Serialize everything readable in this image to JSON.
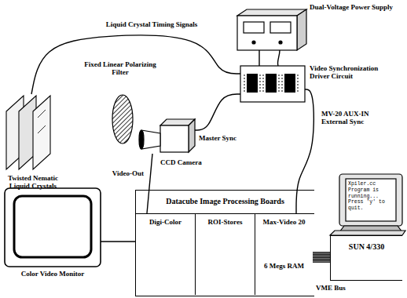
{
  "diagram": {
    "nodes": [
      {
        "text": [
          "Dual-Voltage Power Supply"
        ]
      },
      {
        "text": [
          "Video Synchronization Driver Circuit"
        ]
      },
      {
        "text": [
          "Twisted Nematic Liquid Crystals"
        ]
      },
      {
        "text": [
          "Fixed Linear Polarizing Filter"
        ]
      },
      {
        "text": [
          "CCD Camera"
        ]
      },
      {
        "text": [
          "Datacube Image Processing Boards"
        ]
      },
      {
        "text": [
          "Digi-Color"
        ],
        "in": 5
      },
      {
        "text": [
          "ROI-Stores"
        ],
        "in": 5
      },
      {
        "text": [
          "Max-Video 20",
          "6 Megs RAM"
        ],
        "in": 5
      },
      {
        "text": [
          "Color Video Monitor"
        ]
      },
      {
        "text": [
          "Xpiler.cc Program is running... Press 'y' to quit."
        ]
      },
      {
        "text": [
          "SUN 4/330"
        ]
      }
    ],
    "edges": [
      {
        "from": 0,
        "to": 1,
        "arrow": "none"
      },
      {
        "from": 1,
        "to": 2,
        "label": "Liquid Crystal Timing Signals",
        "arrow": "none"
      },
      {
        "from": 1,
        "to": 4,
        "label": "Master Sync",
        "arrow": "none"
      },
      {
        "from": 4,
        "to": 6,
        "label": "Video-Out",
        "arrow": "none"
      },
      {
        "from": 1,
        "to": 8,
        "label": "MV-20 AUX-IN External Sync",
        "arrow": "none"
      },
      {
        "from": 6,
        "to": 9,
        "arrow": "none"
      },
      {
        "from": 8,
        "to": 11,
        "label": "VME Bus",
        "arrow": "none"
      }
    ]
  }
}
